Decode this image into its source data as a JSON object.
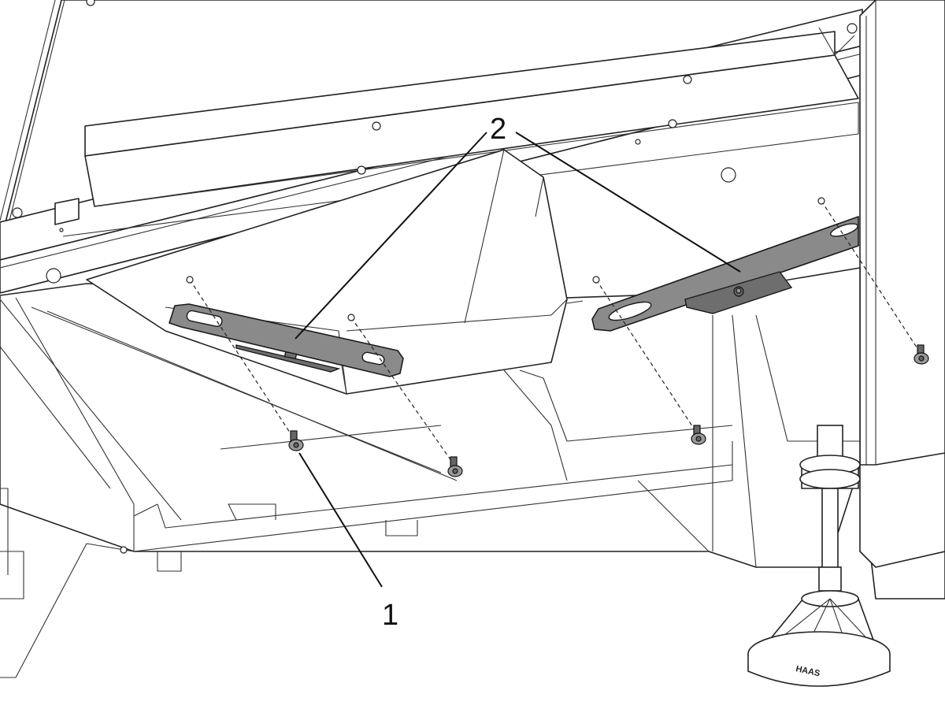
{
  "callouts": {
    "one": "1",
    "two": "2"
  },
  "foot_brand": "HAAS"
}
